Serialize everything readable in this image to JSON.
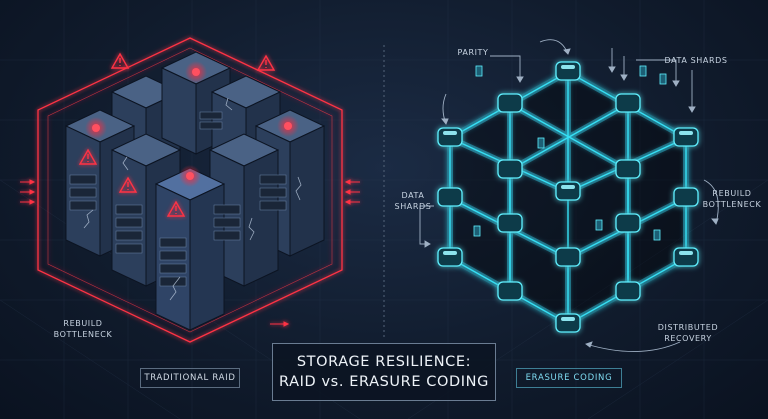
{
  "title": {
    "line1": "STORAGE RESILIENCE:",
    "line2": "RAID vs. ERASURE CODING"
  },
  "left_panel": {
    "tag": "TRADITIONAL RAID",
    "callout": [
      "REBUILD",
      "BOTTLENECK"
    ]
  },
  "right_panel": {
    "tag": "ERASURE CODING",
    "callouts": {
      "parity": "PARITY",
      "data_shards_top": "DATA SHARDS",
      "data_shards_left": [
        "DATA",
        "SHARDS"
      ],
      "rebuild_bottleneck": [
        "REBUILD",
        "BOTTLENECK"
      ],
      "distributed_recovery": [
        "DISTRIBUTED",
        "RECOVERY"
      ]
    }
  },
  "colors": {
    "background": "#101b2c",
    "raid_red": "#ff3344",
    "erasure_cyan": "#36e0f5",
    "server_face": "#2b3d58",
    "divider": "#4a5a70"
  },
  "icons": {
    "warning": "warning-triangle-icon",
    "alarm": "alarm-light-icon"
  }
}
